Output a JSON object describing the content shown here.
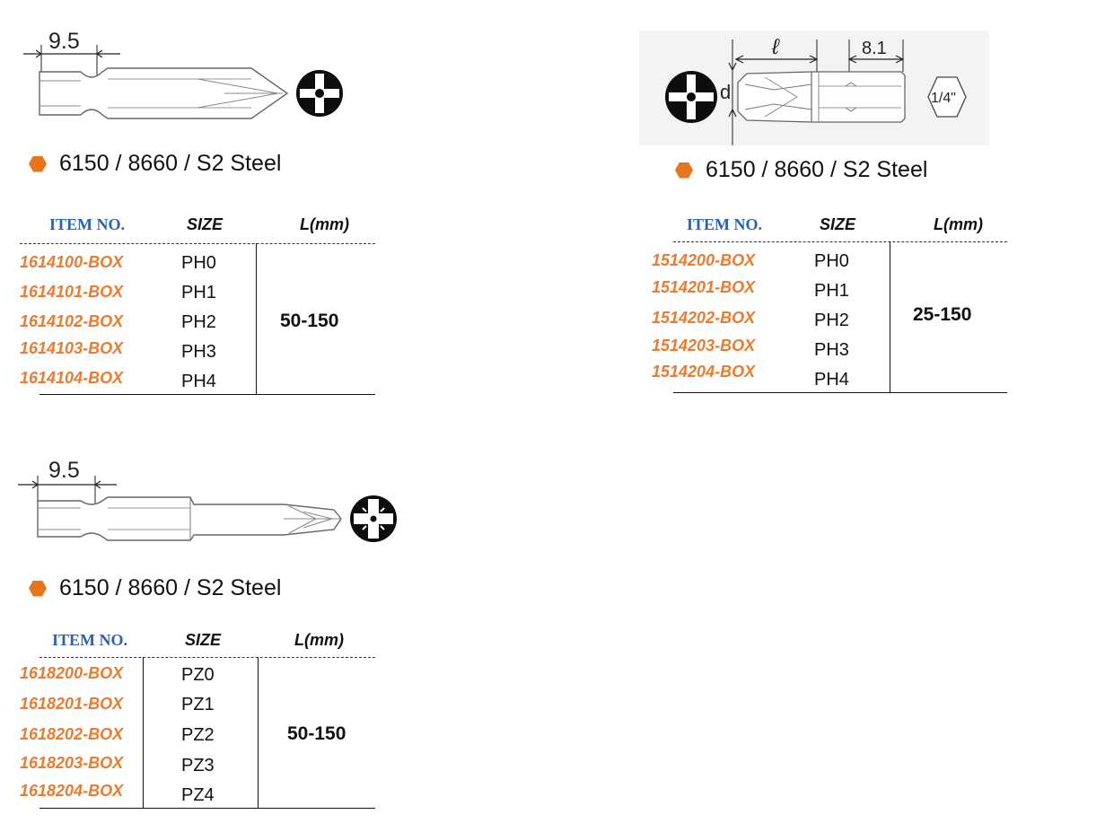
{
  "products": [
    {
      "dimension_label": "9.5",
      "spec": "6150 / 8660 / S2 Steel",
      "headers": {
        "item": "ITEM NO.",
        "size": "SIZE",
        "length": "L(mm)"
      },
      "rows": [
        {
          "item": "1614100-BOX",
          "size": "PH0"
        },
        {
          "item": "1614101-BOX",
          "size": "PH1"
        },
        {
          "item": "1614102-BOX",
          "size": "PH2"
        },
        {
          "item": "1614103-BOX",
          "size": "PH3"
        },
        {
          "item": "1614104-BOX",
          "size": "PH4"
        }
      ],
      "length": "50-150"
    },
    {
      "dimension_labels": {
        "l": "ℓ",
        "d": "d",
        "hex": "8.1",
        "drive": "1/4\""
      },
      "spec": "6150 / 8660 / S2 Steel",
      "headers": {
        "item": "ITEM NO.",
        "size": "SIZE",
        "length": "L(mm)"
      },
      "rows": [
        {
          "item": "1514200-BOX",
          "size": "PH0"
        },
        {
          "item": "1514201-BOX",
          "size": "PH1"
        },
        {
          "item": "1514202-BOX",
          "size": "PH2"
        },
        {
          "item": "1514203-BOX",
          "size": "PH3"
        },
        {
          "item": "1514204-BOX",
          "size": "PH4"
        }
      ],
      "length": "25-150"
    },
    {
      "dimension_label": "9.5",
      "spec": "6150 / 8660 / S2 Steel",
      "headers": {
        "item": "ITEM NO.",
        "size": "SIZE",
        "length": "L(mm)"
      },
      "rows": [
        {
          "item": "1618200-BOX",
          "size": "PZ0"
        },
        {
          "item": "1618201-BOX",
          "size": "PZ1"
        },
        {
          "item": "1618202-BOX",
          "size": "PZ2"
        },
        {
          "item": "1618203-BOX",
          "size": "PZ3"
        },
        {
          "item": "1618204-BOX",
          "size": "PZ4"
        }
      ],
      "length": "50-150"
    }
  ],
  "colors": {
    "item_no": "#ec7a2f",
    "header_item": "#2a63b0",
    "bullet": "#e8741c"
  },
  "icons": [
    "phillips-drive-icon",
    "pozidriv-drive-icon",
    "hex-bullet-icon"
  ]
}
